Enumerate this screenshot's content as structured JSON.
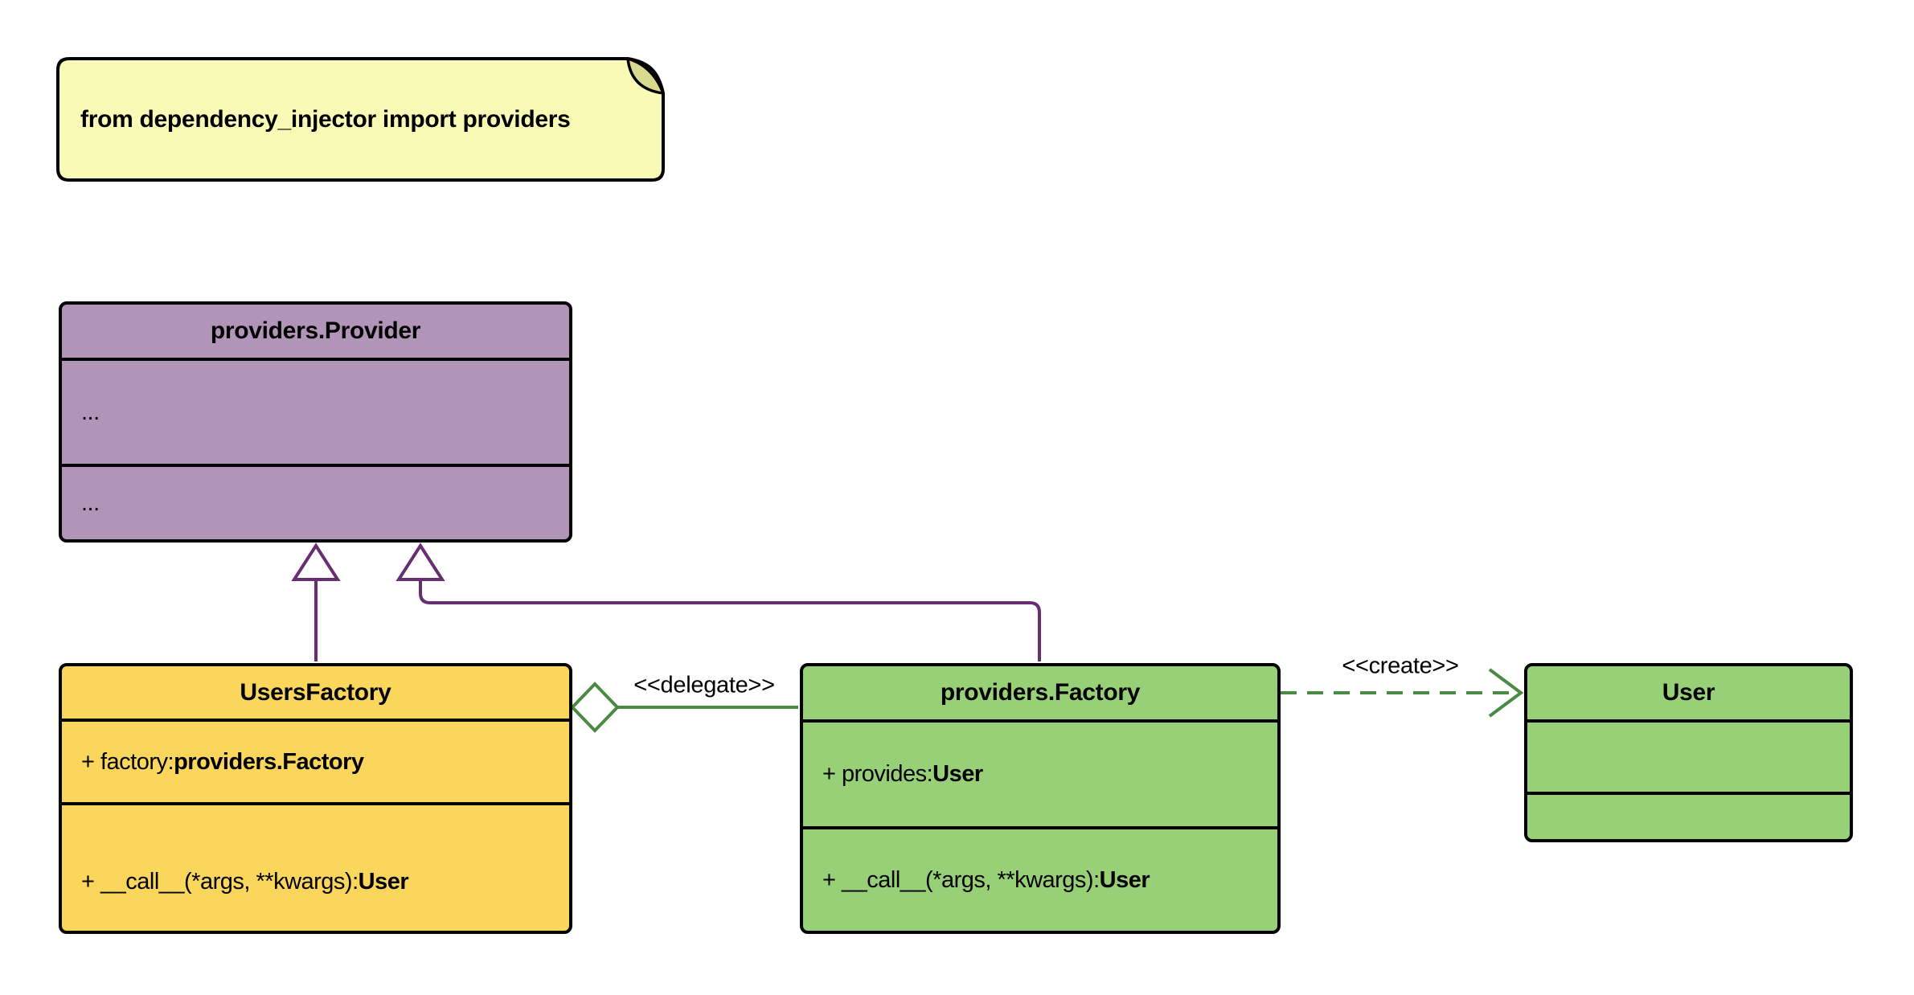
{
  "diagram": {
    "note": {
      "text": "from dependency_injector import providers"
    },
    "classes": {
      "provider": {
        "title": "providers.Provider",
        "attributes": {
          "text": "...",
          "bold": ""
        },
        "methods": {
          "text": "...",
          "bold": ""
        }
      },
      "users_factory": {
        "title": "UsersFactory",
        "attributes": {
          "text": "+ factory: ",
          "bold": "providers.Factory"
        },
        "methods": {
          "text": "+ __call__(*args, **kwargs): ",
          "bold": "User"
        }
      },
      "factory": {
        "title": "providers.Factory",
        "attributes": {
          "text": "+ provides: ",
          "bold": "User"
        },
        "methods": {
          "text": "+ __call__(*args, **kwargs): ",
          "bold": "User"
        }
      },
      "user": {
        "title": "User",
        "attributes": {
          "text": "",
          "bold": ""
        },
        "methods": {
          "text": "",
          "bold": ""
        }
      }
    },
    "relationships": {
      "delegate_label": "<<delegate>>",
      "create_label": "<<create>>"
    },
    "colors": {
      "note_fill": "#FAFAB7",
      "note_fold": "#D9D98F",
      "provider_fill": "#B294B9",
      "users_factory_fill": "#FBD65D",
      "factory_fill": "#97D077",
      "user_fill": "#97D077",
      "inheritance_line": "#682E72",
      "association_line": "#4A8A44",
      "border": "#000000"
    }
  }
}
